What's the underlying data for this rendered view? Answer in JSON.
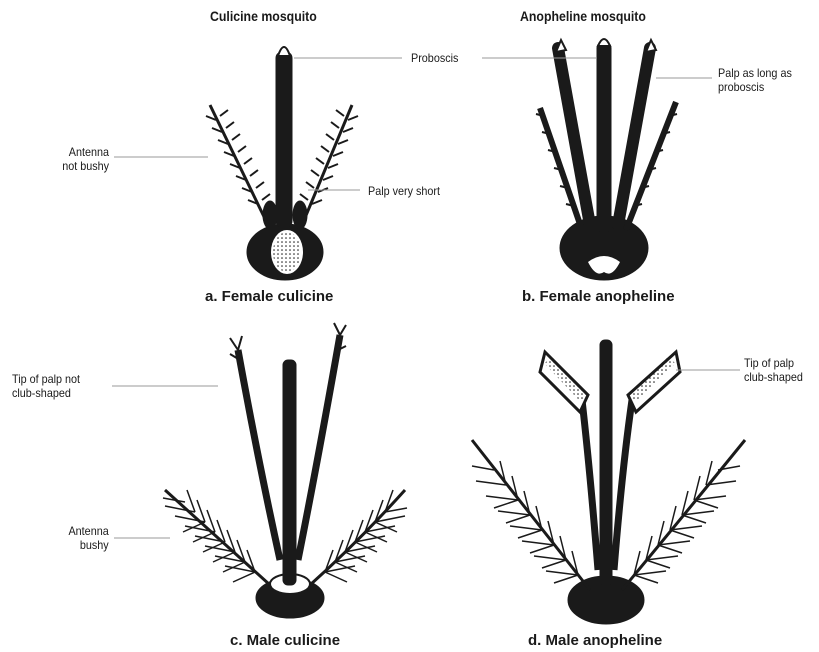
{
  "headers": {
    "left": "Culicine mosquito",
    "right": "Anopheline mosquito"
  },
  "captions": {
    "a": "a. Female culicine",
    "b": "b. Female anopheline",
    "c": "c. Male culicine",
    "d": "d. Male anopheline"
  },
  "labels": {
    "proboscis": "Proboscis",
    "antenna_not_bushy": [
      "Antenna",
      "not bushy"
    ],
    "palp_very_short": "Palp very short",
    "palp_long": [
      "Palp as long as",
      "proboscis"
    ],
    "tip_not_club": [
      "Tip of palp not",
      "club-shaped"
    ],
    "tip_club": [
      "Tip of palp",
      "club-shaped"
    ],
    "antenna_bushy": [
      "Antenna",
      "bushy"
    ]
  },
  "colors": {
    "ink": "#1a1a1a",
    "leader": "#9a9a9a"
  }
}
